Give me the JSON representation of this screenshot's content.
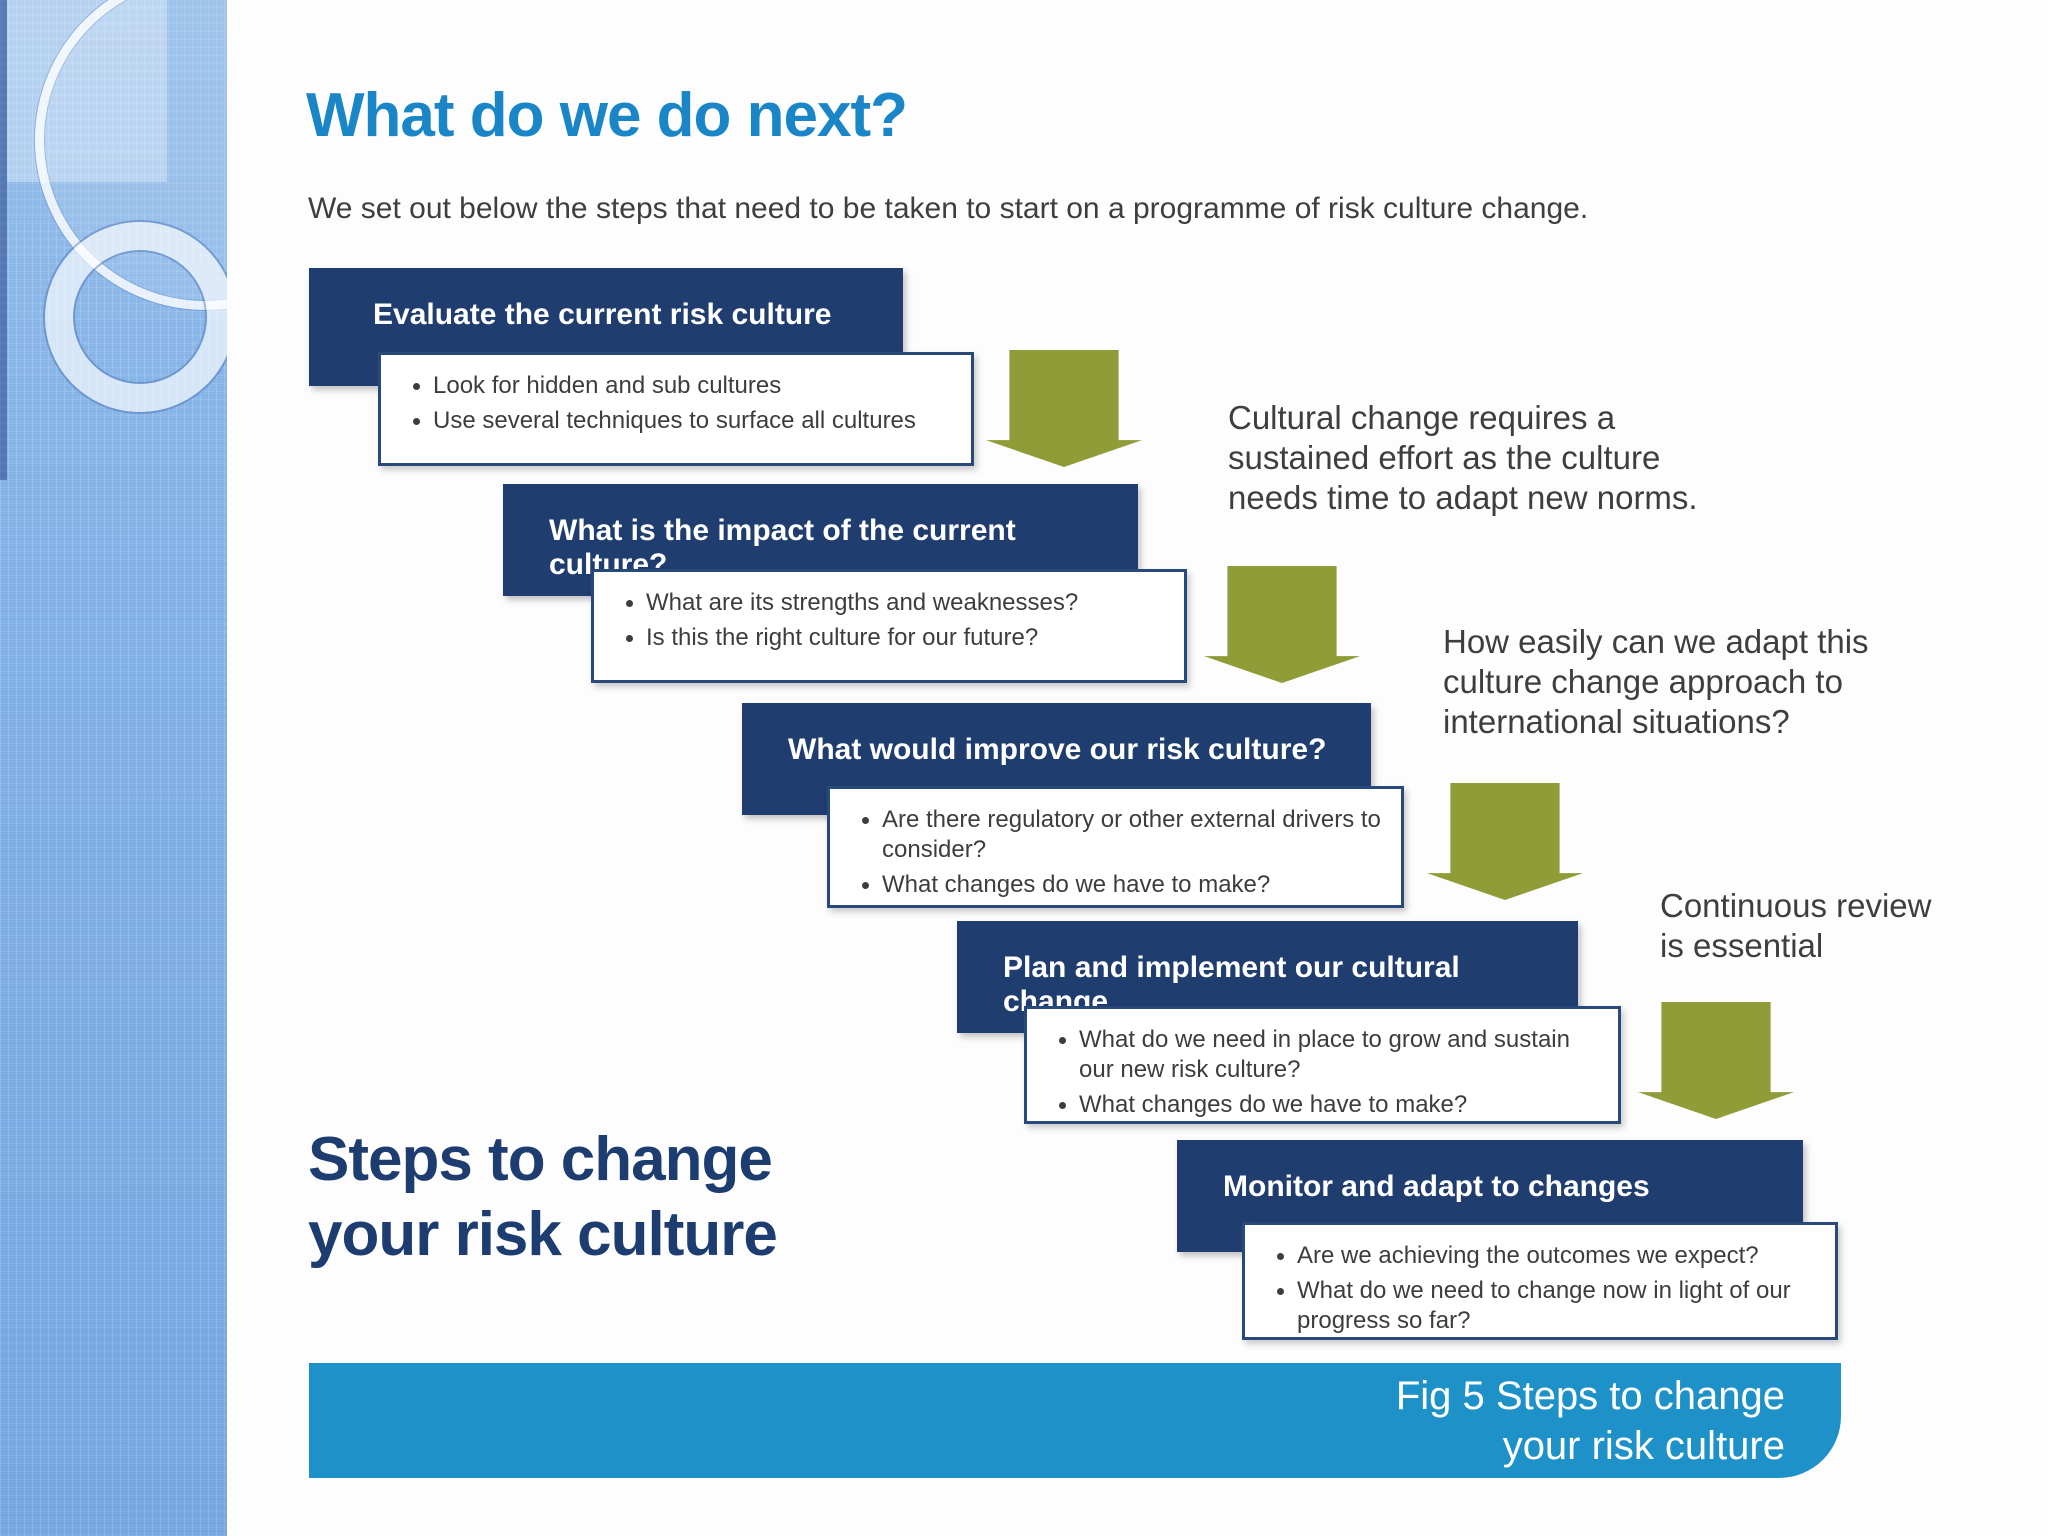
{
  "slide": {
    "title": "What do we do next?",
    "intro": "We set out below the steps that need to be taken to start on a programme of risk culture change.",
    "side_label": {
      "line1": "Steps to change",
      "line2": "your risk culture"
    },
    "caption": {
      "line1": "Fig 5 Steps to change",
      "line2": "your risk culture"
    }
  },
  "steps": [
    {
      "title": "Evaluate the current risk culture",
      "bullets": [
        "Look for hidden and sub cultures",
        "Use several techniques to surface all cultures"
      ]
    },
    {
      "title": "What is the impact of the current culture?",
      "bullets": [
        "What are its strengths and weaknesses?",
        "Is this the right culture for our future?"
      ]
    },
    {
      "title": "What would improve our risk culture?",
      "bullets": [
        "Are there regulatory or other external drivers to consider?",
        "What changes do we have to make?"
      ]
    },
    {
      "title": "Plan and implement our cultural change",
      "bullets": [
        "What do we need in place to grow and sustain our new risk culture?",
        "What changes do we have to make?"
      ]
    },
    {
      "title": "Monitor and adapt to changes",
      "bullets": [
        "Are we achieving the outcomes we expect?",
        "What do we need to change now in light of our progress so far?"
      ]
    }
  ],
  "notes": [
    "Cultural change requires a sustained effort as the culture needs time to adapt new norms.",
    "How easily can we adapt this culture change approach to international situations?",
    "Continuous review is essential"
  ],
  "colors": {
    "step_header_navy": "#1f3d6e",
    "arrow_olive": "#8f9c38",
    "caption_bar_cyan": "#1d91c8",
    "title_blue": "#1a86c8",
    "side_label_navy": "#1d3c70",
    "body_text_gray": "#3e3e3e",
    "sidebar_blue": "#7fb0e6"
  }
}
